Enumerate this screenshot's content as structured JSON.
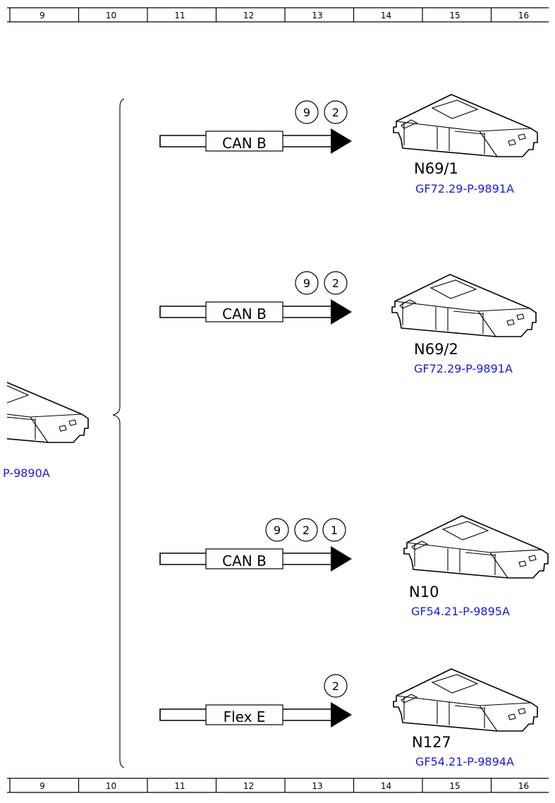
{
  "ruler": {
    "columns": [
      "9",
      "10",
      "11",
      "12",
      "13",
      "14",
      "15",
      "16"
    ]
  },
  "left_unit": {
    "ref": "P-9890A"
  },
  "connections": [
    {
      "bus": "CAN B",
      "markers": [
        "9",
        "2"
      ],
      "target": {
        "name": "N69/1",
        "ref": "GF72.29-P-9891A"
      }
    },
    {
      "bus": "CAN B",
      "markers": [
        "9",
        "2"
      ],
      "target": {
        "name": "N69/2",
        "ref": "GF72.29-P-9891A"
      }
    },
    {
      "bus": "CAN B",
      "markers": [
        "9",
        "2",
        "1"
      ],
      "target": {
        "name": "N10",
        "ref": "GF54.21-P-9895A"
      }
    },
    {
      "bus": "Flex E",
      "markers": [
        "2"
      ],
      "target": {
        "name": "N127",
        "ref": "GF54.21-P-9894A"
      }
    }
  ],
  "colors": {
    "link": "#1a1adf",
    "line": "#000000"
  },
  "icons": {
    "module": "control-unit-icon"
  }
}
